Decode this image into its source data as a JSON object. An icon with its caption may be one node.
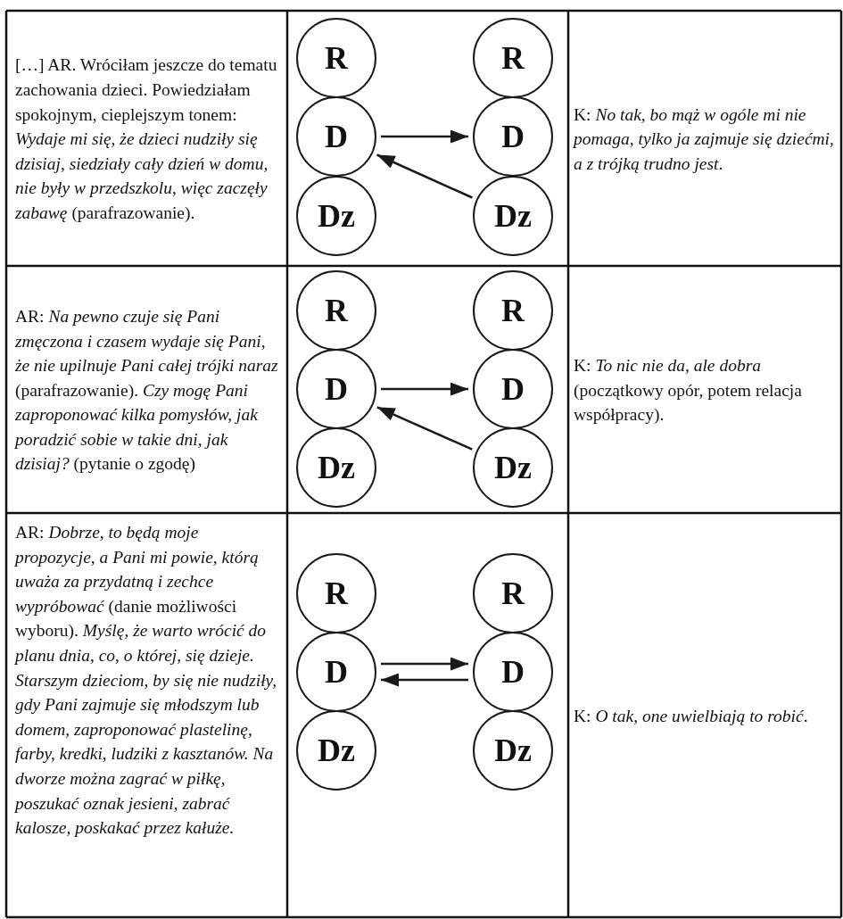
{
  "diagram": {
    "nodes": [
      {
        "text": [
          "R"
        ]
      },
      {
        "text": [
          "R"
        ]
      },
      {
        "text": [
          "D"
        ]
      },
      {
        "text": [
          "D"
        ]
      },
      {
        "text": [
          "Dz"
        ]
      },
      {
        "text": [
          "Dz"
        ]
      },
      {
        "text": [
          "R"
        ]
      },
      {
        "text": [
          "R"
        ]
      },
      {
        "text": [
          "D"
        ]
      },
      {
        "text": [
          "D"
        ]
      },
      {
        "text": [
          "Dz"
        ]
      },
      {
        "text": [
          "Dz"
        ]
      },
      {
        "text": [
          "R"
        ]
      },
      {
        "text": [
          "R"
        ]
      },
      {
        "text": [
          "D"
        ]
      },
      {
        "text": [
          "D"
        ]
      },
      {
        "text": [
          "Dz"
        ]
      },
      {
        "text": [
          "Dz"
        ]
      }
    ],
    "edges": [
      {
        "from": 2,
        "to": 3,
        "arrow": "to"
      },
      {
        "from": 5,
        "to": 2,
        "arrow": "to"
      },
      {
        "from": 8,
        "to": 9,
        "arrow": "to"
      },
      {
        "from": 11,
        "to": 8,
        "arrow": "to"
      },
      {
        "from": 14,
        "to": 15,
        "arrow": "to"
      },
      {
        "from": 15,
        "to": 14,
        "arrow": "to"
      }
    ],
    "labels": [
      "[…] AR. Wróciłam jeszcze do tematu zachowania dzieci. Powiedziałam spokojnym, cieplejszym tonem: *Wydaje mi się, że dzieci nudziły się dzisiaj, siedziały cały dzień w domu, nie były w przedszkolu, więc zaczęły zabawę* (parafrazowanie).",
      "K: *No tak, bo mąż w ogóle mi nie pomaga, tylko ja zajmuje się dziećmi, a z trójką trudno jest*.",
      "AR: *Na pewno czuje się Pani zmęczona i czasem wydaje się Pani, że nie upilnuje Pani całej trójki naraz* (parafrazowanie). *Czy mogę Pani zaproponować kilka pomysłów, jak poradzić sobie w takie dni, jak dzisiaj?* (pytanie o zgodę)",
      "K: *To nic nie da, ale dobra* (początkowy opór, potem relacja współpracy).",
      "AR: *Dobrze, to będą moje propozycje, a Pani mi powie, którą uważa za przydatną i zechce wypróbować* (danie możliwości wyboru). *Myślę, że warto wrócić do planu dnia, co, o której, się dzieje. Starszym dzieciom, by się nie nudziły, gdy Pani zajmuje się młodszym lub domem, zaproponować plastelinę, farby, kredki, ludziki z kasztanów. Na dworze można zagrać w piłkę, poszukać oznak jesieni, zabrać kalosze, poskakać przez kałuże.*",
      "K: *O tak, one uwielbiają to robić*."
    ]
  }
}
